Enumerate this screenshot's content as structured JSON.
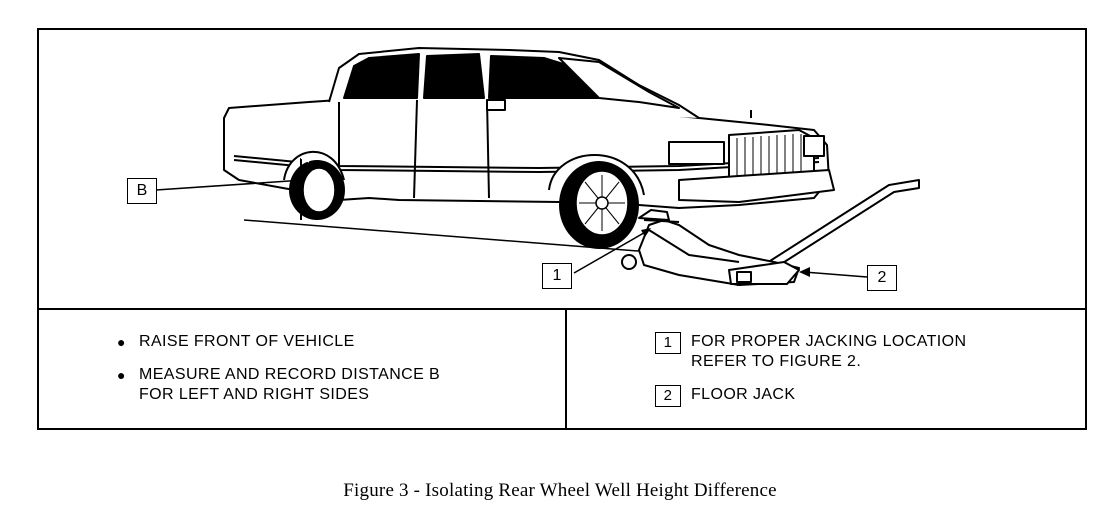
{
  "figure": {
    "callouts": {
      "b": "B",
      "one": "1",
      "two": "2"
    },
    "instructions": [
      "RAISE FRONT OF VEHICLE",
      "MEASURE AND RECORD DISTANCE B\nFOR LEFT AND RIGHT SIDES"
    ],
    "legend": [
      {
        "num": "1",
        "text": "FOR PROPER JACKING LOCATION\nREFER TO FIGURE 2."
      },
      {
        "num": "2",
        "text": "FLOOR JACK"
      }
    ],
    "caption": "Figure 3 - Isolating Rear Wheel Well Height Difference"
  },
  "icons": {
    "bullet": "bullet-icon",
    "car": "sedan-car-icon",
    "jack": "floor-jack-icon"
  }
}
